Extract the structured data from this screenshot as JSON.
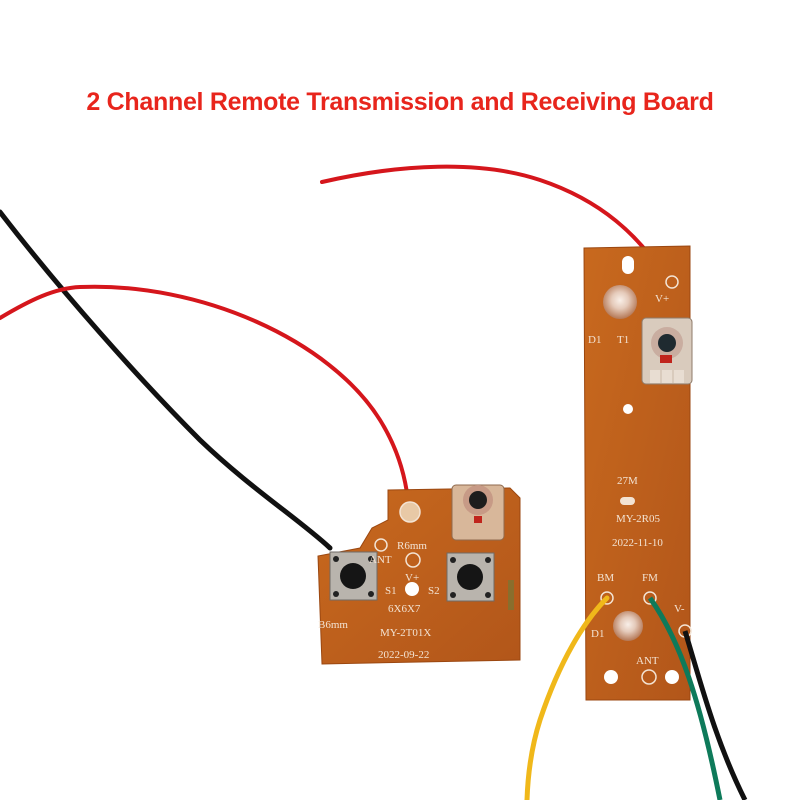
{
  "title": "2 Channel Remote Transmission and Receiving Board",
  "colors": {
    "title": "#e8251c",
    "pcb": "#c2621a",
    "wire_red": "#d5161c",
    "wire_black": "#111111",
    "wire_yellow": "#f0b81a",
    "wire_green": "#0e7a5a"
  },
  "transmitter_board": {
    "labels": {
      "antenna_pad": "ANT",
      "r_label": "R6mm",
      "vplus": "V+",
      "s1": "S1",
      "s2": "S2",
      "switch_size": "6X6X7",
      "b_label": "B6mm",
      "model": "MY-2T01X",
      "date": "2022-09-22"
    }
  },
  "receiver_board": {
    "labels": {
      "vplus": "V+",
      "d1_top": "D1",
      "t1": "T1",
      "freq": "27M",
      "model": "MY-2R05",
      "date": "2022-11-10",
      "bm": "BM",
      "fm": "FM",
      "vminus": "V-",
      "d1_bottom": "D1",
      "ant": "ANT"
    }
  }
}
